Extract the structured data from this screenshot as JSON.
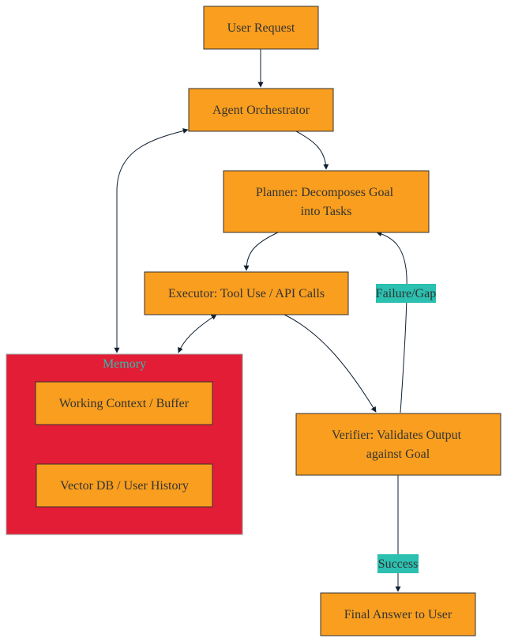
{
  "colors": {
    "node_fill": "#f99e1e",
    "node_stroke": "#333333",
    "group_fill": "#e31d35",
    "group_title": "#2bc0b0",
    "edge_label_bg": "#2bc0b0",
    "edge_stroke": "#0f1f2f"
  },
  "nodes": {
    "user_request": "User Request",
    "orchestrator": "Agent Orchestrator",
    "planner": [
      "Planner: Decomposes Goal",
      "into Tasks"
    ],
    "executor": "Executor: Tool Use / API Calls",
    "verifier": [
      "Verifier: Validates Output",
      "against Goal"
    ],
    "final_answer": "Final Answer to User",
    "working_context": "Working Context / Buffer",
    "vector_db": "Vector DB / User History"
  },
  "groups": {
    "memory": "Memory"
  },
  "edge_labels": {
    "failure": "Failure/Gap",
    "success": "Success"
  }
}
